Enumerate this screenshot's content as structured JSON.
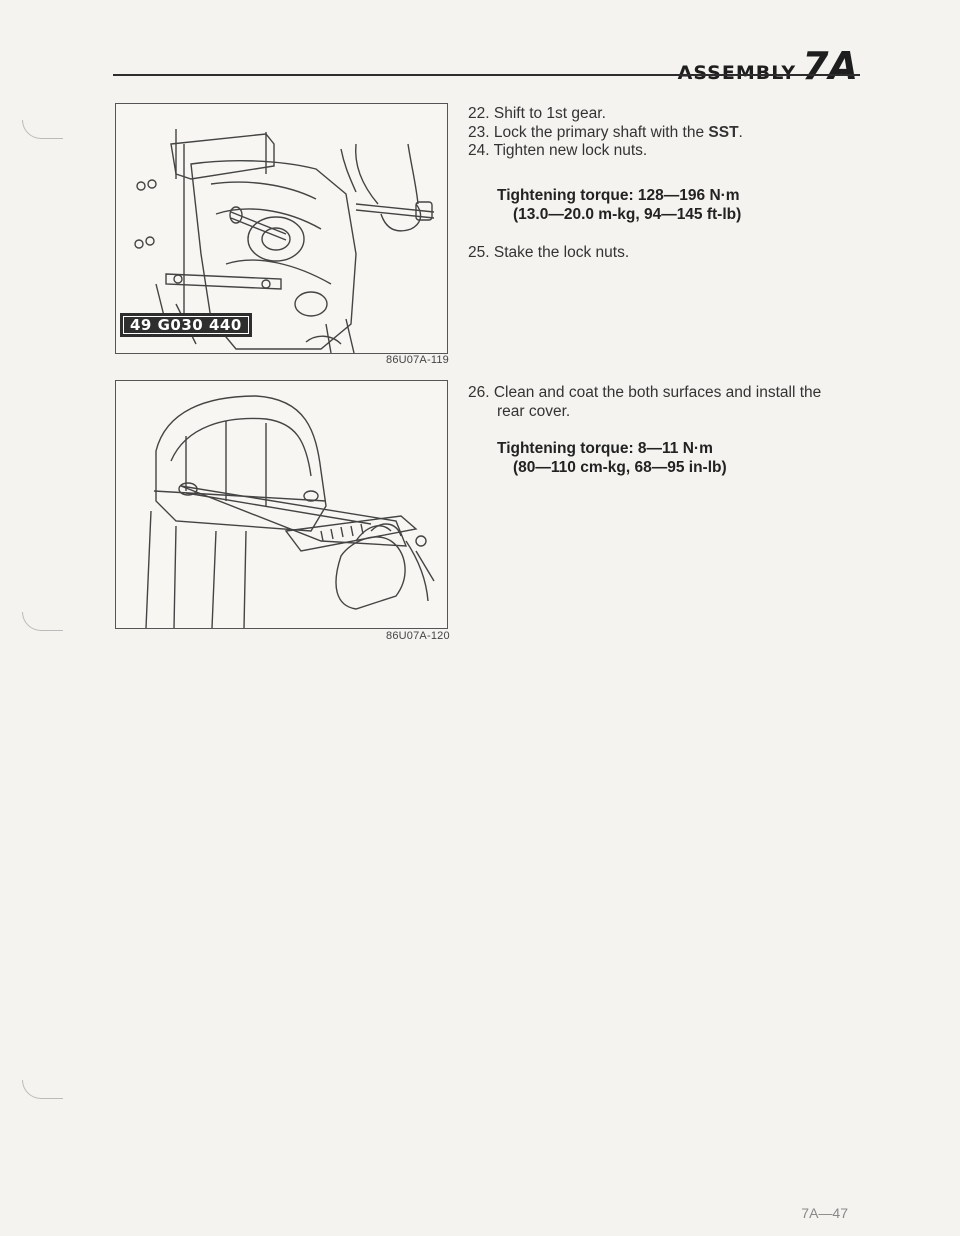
{
  "header": {
    "word": "ASSEMBLY",
    "section": "7A"
  },
  "figures": [
    {
      "label": "49 G030 440",
      "ref": "86U07A-119"
    },
    {
      "ref": "86U07A-120"
    }
  ],
  "steps_group1": [
    {
      "num": "22.",
      "text": "Shift to 1st gear."
    },
    {
      "num": "23.",
      "text": "Lock the primary shaft with the ",
      "bold": "SST",
      "after": "."
    },
    {
      "num": "24.",
      "text": "Tighten new lock nuts."
    }
  ],
  "torque1": {
    "line1": "Tightening torque: 128—196 N·m",
    "line2": "(13.0—20.0 m-kg, 94—145 ft-lb)"
  },
  "step25": "25. Stake the lock nuts.",
  "step26": {
    "line1": "26. Clean and coat the both surfaces and install the",
    "line2": "rear cover."
  },
  "torque2": {
    "line1": "Tightening torque: 8—11 N·m",
    "line2": "(80—110 cm-kg, 68—95 in-lb)"
  },
  "page_number": "7A—47"
}
